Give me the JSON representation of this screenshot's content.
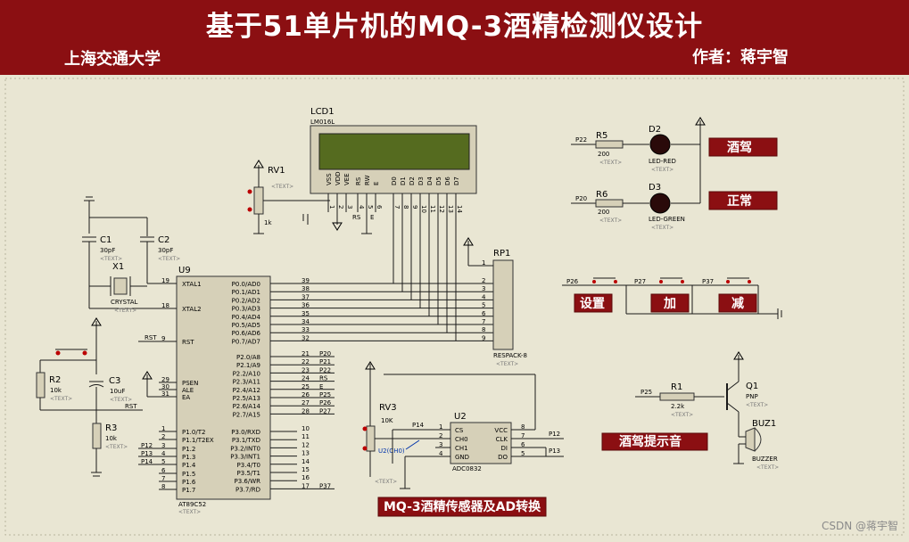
{
  "header": {
    "title": "基于51单片机的MQ-3酒精检测仪设计",
    "university": "上海交通大学",
    "author": "作者：蒋宇智"
  },
  "watermark": "CSDN @蒋宇智",
  "colors": {
    "header_bg": "#8b0f12",
    "canvas_bg": "#e9e6d3",
    "label_bg": "#8b0f12",
    "component_fill": "#d6d0b8"
  },
  "labels": {
    "drunk": "酒驾",
    "normal": "正常",
    "set": "设置",
    "add": "加",
    "sub": "减",
    "buzzer_note": "酒驾提示音",
    "sensor_note": "MQ-3酒精传感器及AD转换"
  },
  "components": {
    "lcd": {
      "ref": "LCD1",
      "part": "LM016L",
      "pins": [
        "VSS",
        "VDD",
        "VEE",
        "RS",
        "RW",
        "E",
        "D0",
        "D1",
        "D2",
        "D3",
        "D4",
        "D5",
        "D6",
        "D7"
      ],
      "pin_nums": [
        "1",
        "2",
        "3",
        "4",
        "5",
        "6",
        "7",
        "8",
        "9",
        "10",
        "11",
        "12",
        "13",
        "14"
      ]
    },
    "rv1": {
      "ref": "RV1",
      "value": "1k"
    },
    "c1": {
      "ref": "C1",
      "value": "30pF"
    },
    "c2": {
      "ref": "C2",
      "value": "30pF"
    },
    "x1": {
      "ref": "X1",
      "part": "CRYSTAL"
    },
    "r2": {
      "ref": "R2",
      "value": "10k"
    },
    "c3": {
      "ref": "C3",
      "value": "10uF"
    },
    "r3": {
      "ref": "R3",
      "value": "10k"
    },
    "u9": {
      "ref": "U9",
      "part": "AT89C52",
      "left_pins": [
        {
          "num": "19",
          "name": "XTAL1"
        },
        {
          "num": "18",
          "name": "XTAL2"
        },
        {
          "num": "9",
          "name": "RST"
        },
        {
          "num": "29",
          "name": "PSEN"
        },
        {
          "num": "30",
          "name": "ALE"
        },
        {
          "num": "31",
          "name": "EA"
        },
        {
          "num": "1",
          "name": "P1.0/T2"
        },
        {
          "num": "2",
          "name": "P1.1/T2EX"
        },
        {
          "num": "3",
          "name": "P1.2"
        },
        {
          "num": "4",
          "name": "P1.3"
        },
        {
          "num": "5",
          "name": "P1.4"
        },
        {
          "num": "6",
          "name": "P1.5"
        },
        {
          "num": "7",
          "name": "P1.6"
        },
        {
          "num": "8",
          "name": "P1.7"
        }
      ],
      "right_pins": [
        {
          "num": "39",
          "name": "P0.0/AD0"
        },
        {
          "num": "38",
          "name": "P0.1/AD1"
        },
        {
          "num": "37",
          "name": "P0.2/AD2"
        },
        {
          "num": "36",
          "name": "P0.3/AD3"
        },
        {
          "num": "35",
          "name": "P0.4/AD4"
        },
        {
          "num": "34",
          "name": "P0.5/AD5"
        },
        {
          "num": "33",
          "name": "P0.6/AD6"
        },
        {
          "num": "32",
          "name": "P0.7/AD7"
        },
        {
          "num": "21",
          "name": "P2.0/A8"
        },
        {
          "num": "22",
          "name": "P2.1/A9"
        },
        {
          "num": "23",
          "name": "P2.2/A10"
        },
        {
          "num": "24",
          "name": "P2.3/A11"
        },
        {
          "num": "25",
          "name": "P2.4/A12"
        },
        {
          "num": "26",
          "name": "P2.5/A13"
        },
        {
          "num": "27",
          "name": "P2.6/A14"
        },
        {
          "num": "28",
          "name": "P2.7/A15"
        },
        {
          "num": "10",
          "name": "P3.0/RXD"
        },
        {
          "num": "11",
          "name": "P3.1/TXD"
        },
        {
          "num": "12",
          "name": "P3.2/INT0"
        },
        {
          "num": "13",
          "name": "P3.3/INT1"
        },
        {
          "num": "14",
          "name": "P3.4/T0"
        },
        {
          "num": "15",
          "name": "P3.5/T1"
        },
        {
          "num": "16",
          "name": "P3.6/WR"
        },
        {
          "num": "17",
          "name": "P3.7/RD"
        }
      ],
      "right_nets": [
        "",
        "",
        "",
        "",
        "",
        "",
        "",
        "",
        "P20",
        "P21",
        "P22",
        "RS",
        "E",
        "P25",
        "P26",
        "P27",
        "",
        "",
        "",
        "",
        "",
        "",
        "",
        "P37"
      ],
      "left_nets": [
        "",
        "",
        "RST",
        "",
        "",
        "",
        "",
        "",
        "P12",
        "P13",
        "P14",
        "",
        "",
        ""
      ]
    },
    "rp1": {
      "ref": "RP1",
      "part": "RESPACK-8"
    },
    "r5": {
      "ref": "R5",
      "value": "200",
      "net": "P22"
    },
    "d2": {
      "ref": "D2",
      "part": "LED-RED"
    },
    "r6": {
      "ref": "R6",
      "value": "200",
      "net": "P20"
    },
    "d3": {
      "ref": "D3",
      "part": "LED-GREEN"
    },
    "buttons": {
      "nets": [
        "P26",
        "P27",
        "P37"
      ]
    },
    "r1": {
      "ref": "R1",
      "value": "2.2k",
      "net": "P25"
    },
    "q1": {
      "ref": "Q1",
      "part": "PNP"
    },
    "buz1": {
      "ref": "BUZ1",
      "part": "BUZZER"
    },
    "rv3": {
      "ref": "RV3",
      "value": "10K",
      "net_label": "U2(CH0)"
    },
    "u2": {
      "ref": "U2",
      "part": "ADC0832",
      "left_pins": [
        {
          "num": "1",
          "name": "CS"
        },
        {
          "num": "2",
          "name": "CH0"
        },
        {
          "num": "3",
          "name": "CH1"
        },
        {
          "num": "4",
          "name": "GND"
        }
      ],
      "right_pins": [
        {
          "num": "8",
          "name": "VCC"
        },
        {
          "num": "7",
          "name": "CLK"
        },
        {
          "num": "6",
          "name": "DI"
        },
        {
          "num": "5",
          "name": "DO"
        }
      ],
      "nets": [
        "P14",
        "P12",
        "P13"
      ]
    },
    "text_placeholder": "<TEXT>"
  }
}
